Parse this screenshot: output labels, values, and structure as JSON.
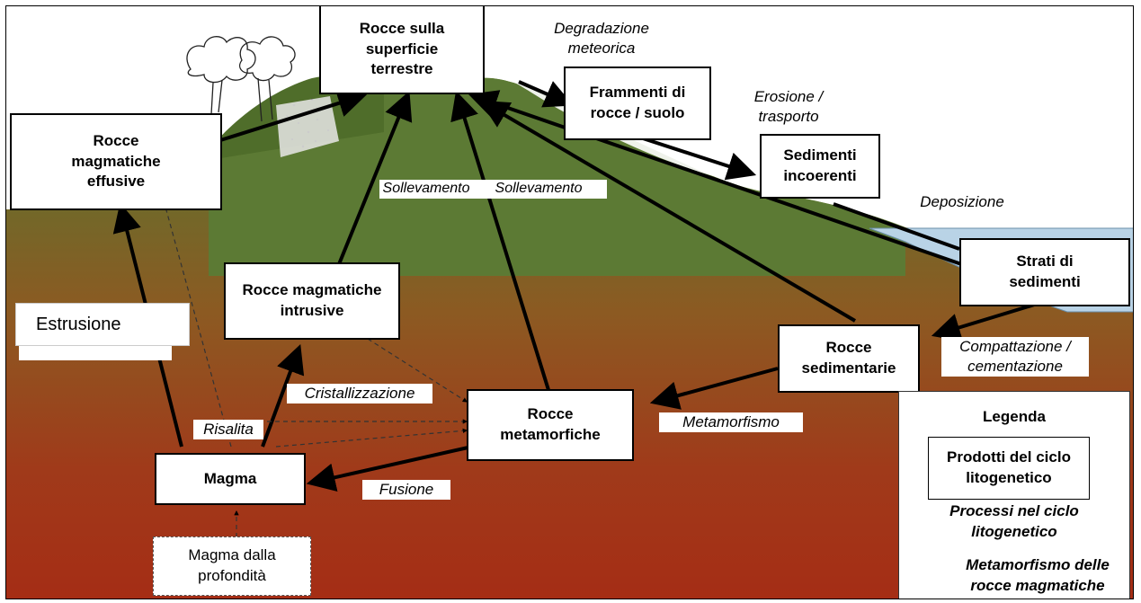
{
  "products": {
    "rocce_superficie": "Rocce sulla\nsuperficie\nterrestre",
    "frammenti": "Frammenti di\nrocce / suolo",
    "sedimenti_incoerenti": "Sedimenti\nincoerenti",
    "strati": "Strati di\nsedimenti",
    "rocce_sedimentarie": "Rocce\nsedimentarie",
    "rocce_metamorfiche": "Rocce\nmetamorfiche",
    "magma": "Magma",
    "rocce_intrusive": "Rocce magmatiche\nintrusive",
    "rocce_effusive": "Rocce\nmagmatiche\neffusive",
    "magma_profondita": "Magma dalla\nprofondità"
  },
  "processes": {
    "degradazione": "Degradazione\nmeteorica",
    "erosione": "Erosione /\ntrasporto",
    "deposizione": "Deposizione",
    "compattazione": "Compattazione /\ncementazione",
    "metamorfismo": "Metamorfismo",
    "fusione": "Fusione",
    "cristallizzazione": "Cristallizzazione",
    "risalita": "Risalita",
    "sollevamento_1": "Sollevamento",
    "sollevamento_2": "Sollevamento",
    "estrusione": "Estrusione"
  },
  "legend": {
    "title": "Legenda",
    "products_label": "Prodotti del ciclo\nlitogenetico",
    "processes_label": "Processi nel ciclo\nlitogenetico",
    "metamorphism_label": "Metamorfismo delle\nrocce magmatiche"
  },
  "colors": {
    "mountain": "#5c7a34",
    "ground_top": "#5e7a2e",
    "ground_bottom": "#a52d15",
    "sea": "#b9d3e6"
  }
}
